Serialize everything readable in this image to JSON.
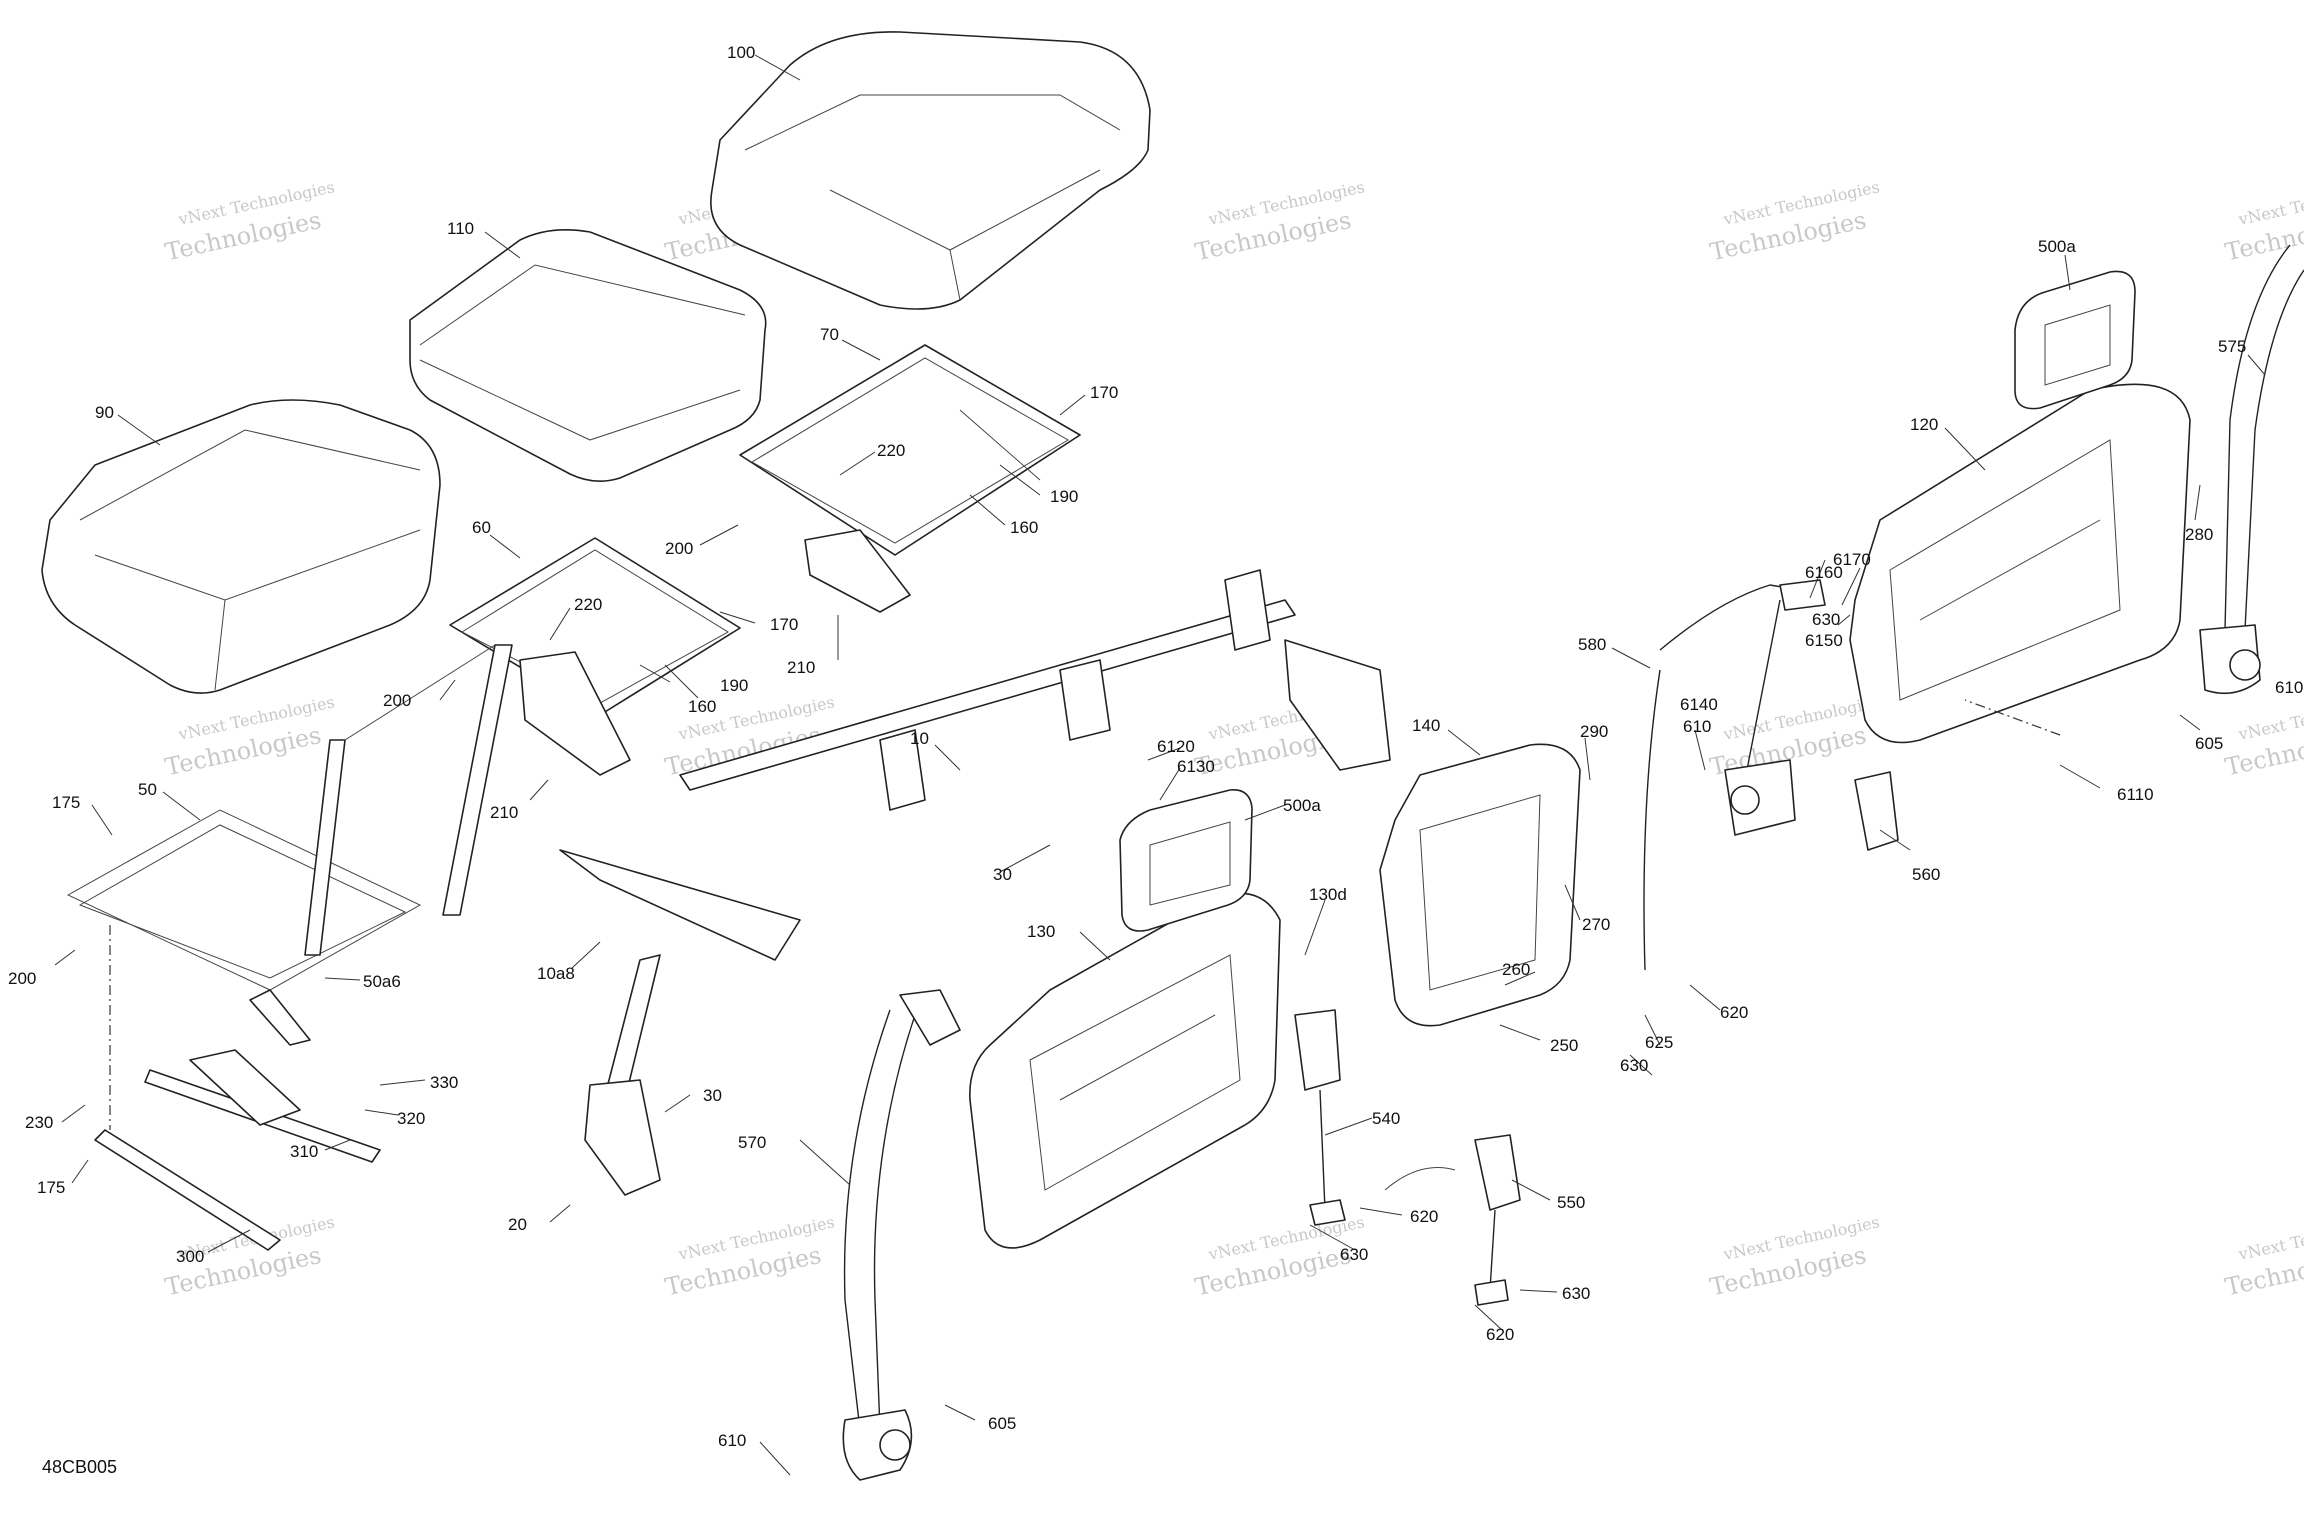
{
  "diagram": {
    "document_id": "48CB005",
    "watermark_lines": [
      "vNext Technologies",
      "Technologies"
    ],
    "callouts": [
      "100",
      "110",
      "90",
      "70",
      "170",
      "220",
      "190",
      "160",
      "200",
      "210",
      "60",
      "220",
      "170",
      "190",
      "160",
      "200",
      "210",
      "10",
      "50",
      "175",
      "200",
      "50a6",
      "10a8",
      "30",
      "30",
      "20",
      "330",
      "320",
      "310",
      "230",
      "175",
      "300",
      "6120",
      "6130",
      "500a",
      "130d",
      "130",
      "570",
      "610",
      "605",
      "540",
      "620",
      "630",
      "550",
      "630",
      "620",
      "140",
      "290",
      "270",
      "260",
      "250",
      "580",
      "6160",
      "6170",
      "630",
      "6150",
      "6140",
      "610",
      "560",
      "620",
      "625",
      "630",
      "500a",
      "575",
      "120",
      "280",
      "610",
      "605",
      "6110"
    ]
  }
}
